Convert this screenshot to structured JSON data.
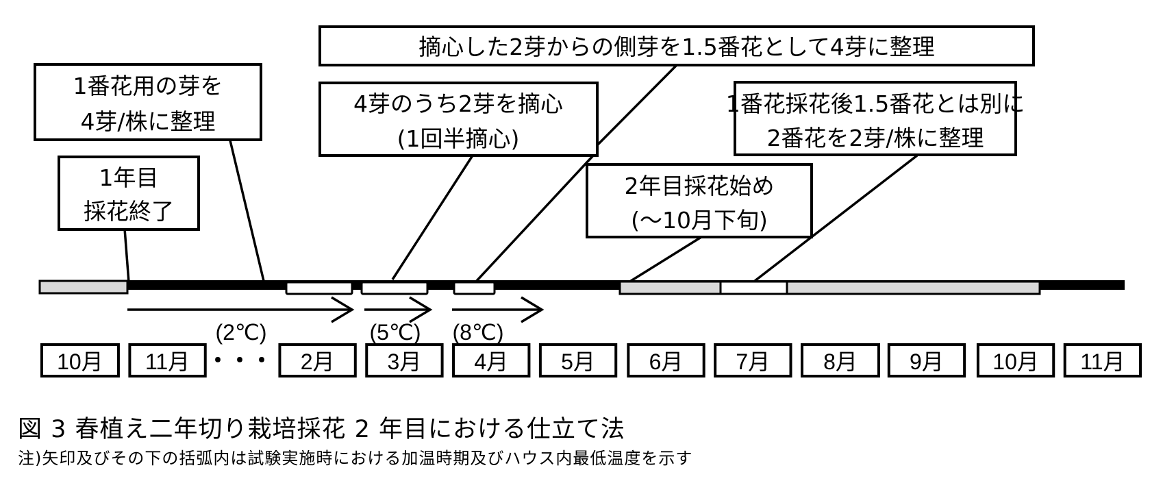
{
  "diagram": {
    "type": "cultivation-timeline",
    "callouts": [
      {
        "id": "first-year-end",
        "lines": [
          "1年目",
          "採花終了"
        ]
      },
      {
        "id": "bud-arrange",
        "lines": [
          "1番花用の芽を",
          "4芽/株に整理"
        ]
      },
      {
        "id": "pinch",
        "lines": [
          "4芽のうち2芽を摘心",
          "(1回半摘心)"
        ]
      },
      {
        "id": "side-buds",
        "lines": [
          "摘心した2芽からの側芽を1.5番花として4芽に整理"
        ]
      },
      {
        "id": "second-year-start",
        "lines": [
          "2年目採花始め",
          "(〜10月下旬)"
        ]
      },
      {
        "id": "second-flower",
        "lines": [
          "1番花採花後1.5番花とは別に",
          "2番花を2芽/株に整理"
        ]
      }
    ],
    "heating": [
      {
        "label": "(2℃)",
        "temperature_c": 2
      },
      {
        "label": "(5℃)",
        "temperature_c": 5
      },
      {
        "label": "(8℃)",
        "temperature_c": 8
      }
    ],
    "months": [
      "10月",
      "11月",
      "・・・",
      "2月",
      "3月",
      "4月",
      "5月",
      "6月",
      "7月",
      "8月",
      "9月",
      "10月",
      "11月"
    ],
    "colors": {
      "harvest_period": "#d9d9d9",
      "work_period": "#ffffff",
      "growth_period": "#000000"
    }
  },
  "caption": {
    "title": "図 3  春植え二年切り栽培採花 2 年目における仕立て法",
    "note": "注)矢印及びその下の括弧内は試験実施時における加温時期及びハウス内最低温度を示す"
  }
}
